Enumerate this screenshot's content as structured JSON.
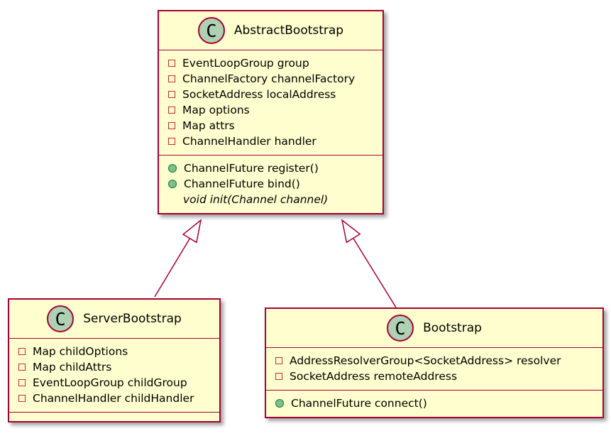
{
  "diagram": {
    "type": "uml-class-diagram",
    "colors": {
      "box_fill": "#FEFECE",
      "box_border": "#A80036",
      "class_circle_fill": "#ADD1B2",
      "field_icon_color": "#C82930",
      "method_icon_fill": "#84BE84",
      "method_icon_border": "#038048",
      "text": "#000000"
    }
  },
  "classes": [
    {
      "stereotype_letter": "C",
      "name": "AbstractBootstrap",
      "fields": [
        "EventLoopGroup group",
        "ChannelFactory channelFactory",
        "SocketAddress localAddress",
        "Map options",
        "Map attrs",
        "ChannelHandler handler"
      ],
      "methods": [
        "ChannelFuture register()",
        "ChannelFuture bind()"
      ],
      "abstract_methods": [
        "void init(Channel channel)"
      ]
    },
    {
      "stereotype_letter": "C",
      "name": "ServerBootstrap",
      "fields": [
        "Map childOptions",
        "Map childAttrs",
        "EventLoopGroup childGroup",
        "ChannelHandler childHandler"
      ],
      "methods": []
    },
    {
      "stereotype_letter": "C",
      "name": "Bootstrap",
      "fields": [
        "AddressResolverGroup<SocketAddress> resolver",
        "SocketAddress remoteAddress"
      ],
      "methods": [
        "ChannelFuture connect()"
      ]
    }
  ],
  "relations": [
    {
      "from": "ServerBootstrap",
      "to": "AbstractBootstrap",
      "type": "inheritance"
    },
    {
      "from": "Bootstrap",
      "to": "AbstractBootstrap",
      "type": "inheritance"
    }
  ]
}
